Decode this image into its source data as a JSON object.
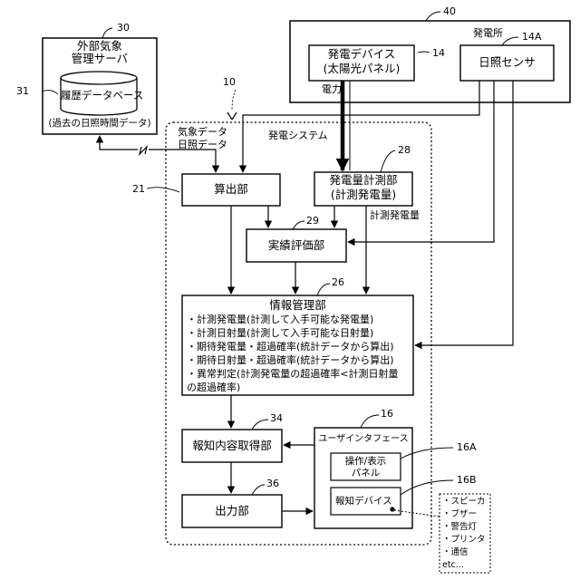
{
  "external_server": {
    "ref": "30",
    "title_line1": "外部気象",
    "title_line2": "管理サーバ",
    "db_ref": "31",
    "db_label": "履歴データベース",
    "caption": "(過去の日照時間データ)"
  },
  "plant": {
    "ref": "40",
    "label": "発電所",
    "device_ref": "14",
    "device_line1": "発電デバイス",
    "device_line2": "(太陽光パネル)",
    "sensor_ref": "14A",
    "sensor_label": "日照センサ",
    "power_label": "電力"
  },
  "system": {
    "ref": "10",
    "label": "発電システム",
    "weather_data_label": "気象データ",
    "sunshine_data_label": "日照データ"
  },
  "calc": {
    "ref": "21",
    "label": "算出部"
  },
  "measure": {
    "ref": "28",
    "line1": "発電量計測部",
    "line2": "(計測発電量)",
    "output_label": "計測発電量"
  },
  "eval": {
    "ref": "29",
    "label": "実績評価部"
  },
  "info": {
    "ref": "26",
    "title": "情報管理部",
    "items": [
      "・計測発電量(計測して入手可能な発電量)",
      "・計測日射量(計測して入手可能な日射量)",
      "・期待発電量・超過確率(統計データから算出)",
      "・期待日射量・超過確率(統計データから算出)",
      "・異常判定(計測発電量の超過確率<計測日射量",
      "の超過確率)"
    ]
  },
  "notify_acq": {
    "ref": "34",
    "label": "報知内容取得部"
  },
  "output": {
    "ref": "36",
    "label": "出力部"
  },
  "ui": {
    "ref": "16",
    "label": "ユーザインタフェース",
    "panel_ref": "16A",
    "panel_line1": "操作/表示",
    "panel_line2": "パネル",
    "device_ref": "16B",
    "device_label": "報知デバイス"
  },
  "devices_list": [
    "・スピーカ",
    "・ブザー",
    "・警告灯",
    "・プリンタ",
    "・通信",
    "etc..."
  ]
}
